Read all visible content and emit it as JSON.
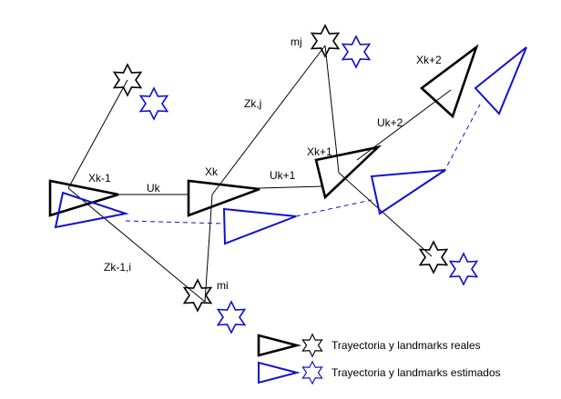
{
  "labels": {
    "x_k_minus_1": "Xk-1",
    "x_k": "Xk",
    "x_k_plus_1": "Xk+1",
    "x_k_plus_2": "Xk+2",
    "u_k": "Uk",
    "u_k_plus_1": "Uk+1",
    "u_k_plus_2": "Uk+2",
    "z_k_j": "Zk,j",
    "z_k_minus_1_i": "Zk-1,i",
    "m_j": "mj",
    "m_i": "mi"
  },
  "legend": {
    "real": "Trayectoria y landmarks reales",
    "estimated": "Trayectoria y landmarks estimados"
  },
  "colors": {
    "real": "#000000",
    "estimated": "#1010d0"
  },
  "icons": {
    "real_landmark": "six-point-star-icon",
    "estimated_landmark": "six-point-star-icon",
    "pose": "triangle-icon"
  }
}
